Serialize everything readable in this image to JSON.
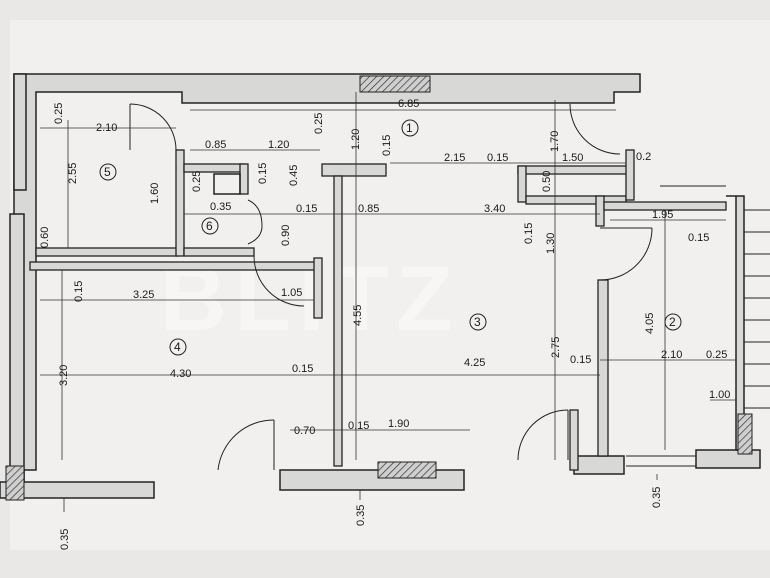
{
  "watermark": "BLITZ",
  "rooms": [
    {
      "number": "1"
    },
    {
      "number": "2"
    },
    {
      "number": "3"
    },
    {
      "number": "4"
    },
    {
      "number": "5"
    },
    {
      "number": "6"
    }
  ],
  "dimensions": [
    "0.25",
    "2.10",
    "0.25",
    "1.20",
    "6.85",
    "0.85",
    "1.20",
    "0.15",
    "1.70",
    "0.2",
    "2.55",
    "1.60",
    "0.15",
    "0.45",
    "2.15",
    "0.15",
    "1.50",
    "0.25",
    "0.35",
    "0.50",
    "1.95",
    "0.60",
    "0.90",
    "0.15",
    "0.85",
    "3.40",
    "0.15",
    "1.30",
    "0.15",
    "0.15",
    "3.25",
    "1.05",
    "4.55",
    "4.05",
    "2.75",
    "3.20",
    "4.30",
    "0.15",
    "4.25",
    "0.15",
    "2.10",
    "0.25",
    "1.00",
    "0.70",
    "0.15",
    "1.90",
    "0.35",
    "0.35",
    "0.35"
  ]
}
